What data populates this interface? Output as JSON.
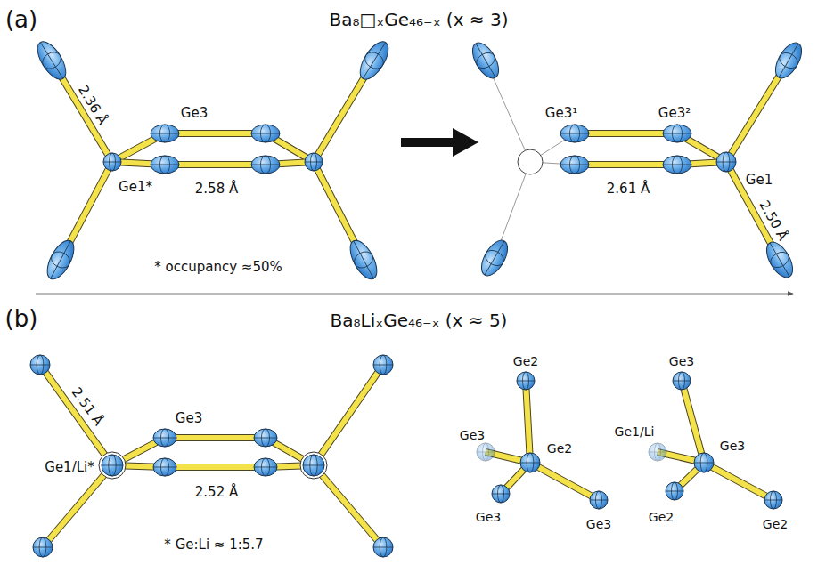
{
  "diagram": {
    "labels": [
      "(a)",
      "Ba₈□ₓGe₄₆₋ₓ (x ≈ 3)",
      "2.36 Å",
      "Ge3",
      "Ge1*",
      "2.58 Å",
      "* occupancy ≈50%",
      "Ge3¹",
      "Ge3²",
      "2.61 Å",
      "Ge1",
      "2.50 Å",
      "(b)",
      "Ba₈LiₓGe₄₆₋ₓ (x ≈ 5)",
      "2.51 Å",
      "Ge3",
      "Ge1/Li*",
      "2.52 Å",
      "* Ge:Li ≈ 1:5.7",
      "Ge2",
      "Ge3",
      "Ge2",
      "Ge3",
      "Ge3",
      "Ge3",
      "Ge1/Li",
      "Ge3",
      "Ge2",
      "Ge2"
    ]
  }
}
